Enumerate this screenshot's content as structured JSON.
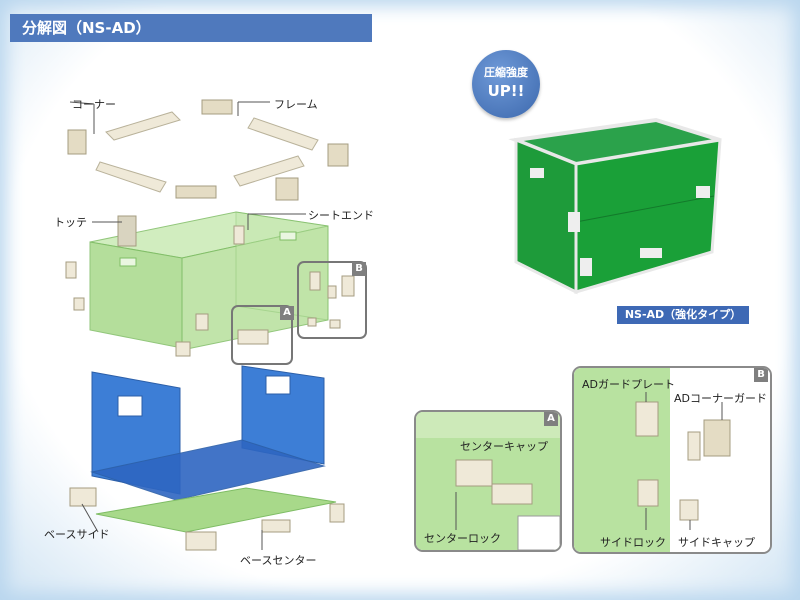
{
  "header": {
    "title": "分解図（NS-AD）"
  },
  "badge": {
    "line1": "圧縮強度",
    "line2": "UP!!"
  },
  "product_caption": "NS-AD（強化タイプ）",
  "exploded_labels": {
    "corner": "コーナー",
    "frame": "フレーム",
    "handle": "トッテ",
    "sheet_end": "シートエンド",
    "base_side": "ベースサイド",
    "base_center": "ベースセンター"
  },
  "callout_tags": {
    "a": "A",
    "b": "B"
  },
  "inset_a": {
    "tag": "A",
    "center_cap": "センターキャップ",
    "center_lock": "センターロック"
  },
  "inset_b": {
    "tag": "B",
    "ad_guard_plate": "ADガードプレート",
    "ad_corner_guard": "ADコーナーガード",
    "side_lock": "サイドロック",
    "side_cap": "サイドキャップ"
  },
  "colors": {
    "title_bar": "#4f79bd",
    "green_panel": "#a8d98a",
    "blue_panel": "#3d7ed6",
    "product_green": "#1e9b3a",
    "frame_beige": "#efe9d8"
  }
}
